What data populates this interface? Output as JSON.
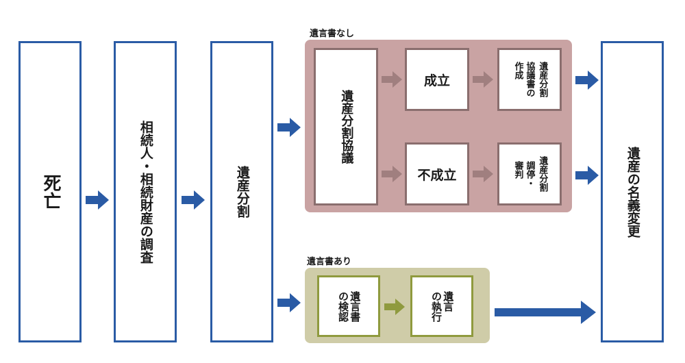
{
  "nodes": {
    "death": "死亡",
    "heirs_investigation": "相続人・相続財産の調査",
    "division": "遺産分割",
    "negotiation": "遺産分割協議",
    "agreed": "成立",
    "agreement_doc": "協議書の\n作成",
    "agreement_doc_head": "遺産分割",
    "not_agreed": "不成立",
    "mediation_head": "遺産分割",
    "mediation": "調停・\n審判",
    "probate": "遺言書\nの検認",
    "execution": "遺言\nの執行",
    "title_change": "遺産の名義変更"
  },
  "groups": {
    "no_will": "遺言書なし",
    "with_will": "遺言書あり"
  },
  "colors": {
    "blue_border": "#2a5ba5",
    "arrow_blue": "#2a5ba5",
    "panel_rose": "#c9a3a3",
    "panel_olive": "#cfcca8",
    "arrow_rose": "#a07f7f",
    "arrow_olive": "#8f9a3e"
  }
}
